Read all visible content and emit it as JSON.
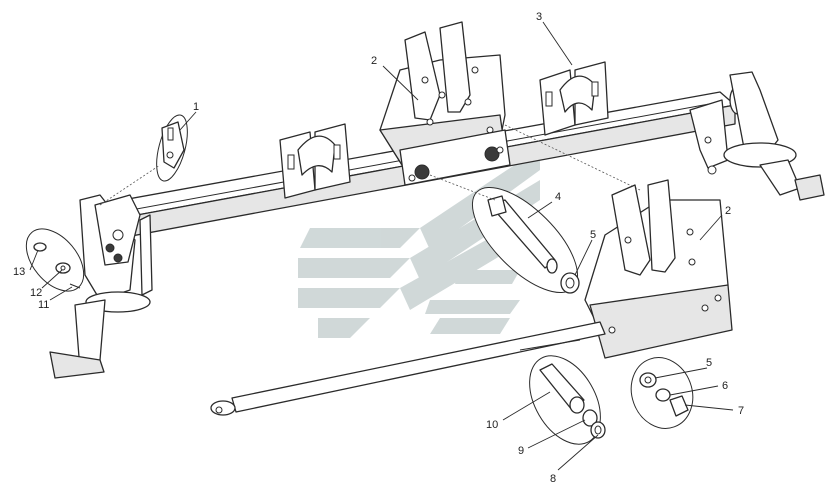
{
  "callouts": {
    "c1": "1",
    "c2a": "2",
    "c2b": "2",
    "c3": "3",
    "c4": "4",
    "c5a": "5",
    "c5b": "5",
    "c6": "6",
    "c7": "7",
    "c8": "8",
    "c9": "9",
    "c10": "10",
    "c11": "11",
    "c12": "12",
    "c13": "13"
  },
  "colors": {
    "line": "#2b2b2b",
    "watermark": "#c8d2d2"
  },
  "watermark": "logo"
}
